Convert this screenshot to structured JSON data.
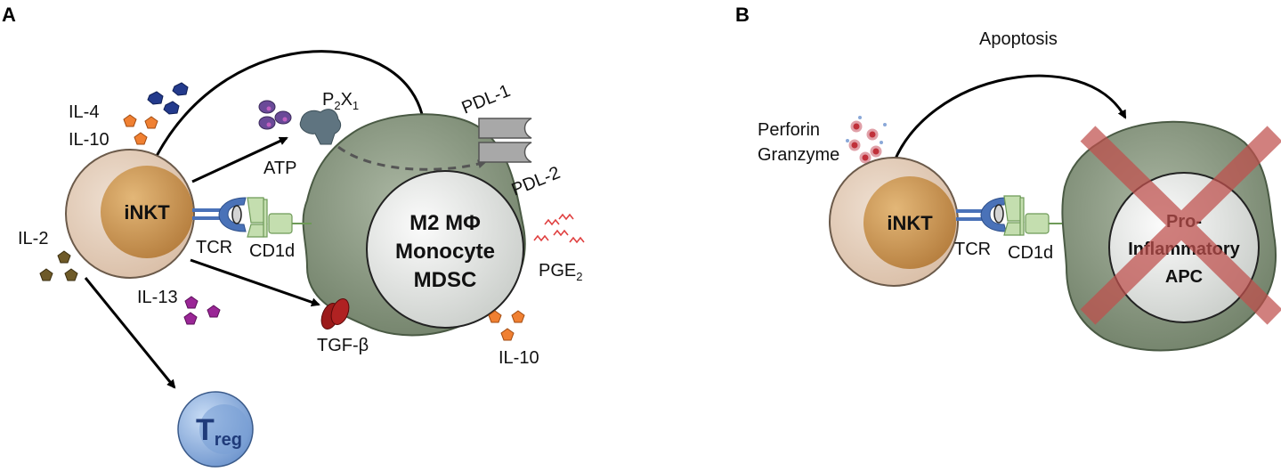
{
  "panel_a": {
    "letter": "A",
    "inkt_label": "iNKT",
    "tcr_label": "TCR",
    "cd1d_label": "CD1d",
    "target_cell": [
      "M2 MΦ",
      "Monocyte",
      "MDSC"
    ],
    "cytokines": {
      "il4": "IL-4",
      "il10_left": "IL-10",
      "il2": "IL-2",
      "il13": "IL-13",
      "il10_right": "IL-10"
    },
    "atp": "ATP",
    "p2x1": {
      "base": "P",
      "sub1": "2",
      "mid": "X",
      "sub2": "1"
    },
    "pdl1": "PDL-1",
    "pdl2": "PDL-2",
    "pge2": {
      "base": "PGE",
      "sub": "2"
    },
    "tgfb": "TGF-β",
    "treg": {
      "base": "T",
      "sub": "reg"
    }
  },
  "panel_b": {
    "letter": "B",
    "apoptosis": "Apoptosis",
    "perforin": "Perforin",
    "granzyme": "Granzyme",
    "inkt_label": "iNKT",
    "tcr_label": "TCR",
    "cd1d_label": "CD1d",
    "target_cell": [
      "Pro-",
      "Inflammatory",
      "APC"
    ]
  },
  "colors": {
    "inkt_outer": "#e6d0bd",
    "inkt_nucleus": "#cf9d5a",
    "apc_body": "#8c9c84",
    "apc_nucleus": "#e6e8e6",
    "tcr": "#4a72b8",
    "cd1d": "#c4deaf",
    "il4_hex": "#233a8c",
    "il10": "#f08032",
    "il2": "#6e5a28",
    "il13": "#9a2696",
    "atp": "#6a4a98",
    "tgfb": "#9c1a1a",
    "pge2": "#e04040",
    "treg": "#90b4e2",
    "red_x": "#c0504d"
  }
}
